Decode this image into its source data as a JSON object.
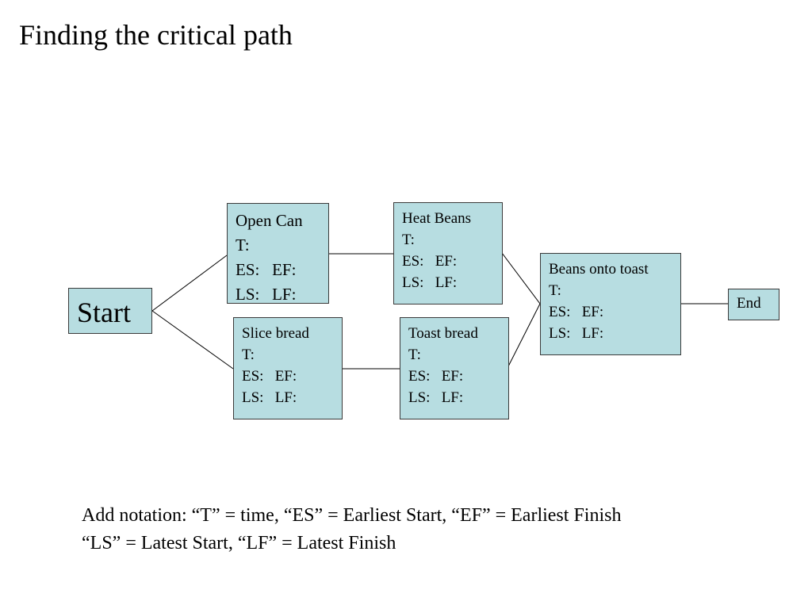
{
  "slide": {
    "title": "Finding the critical path"
  },
  "nodes": {
    "start": {
      "label": "Start"
    },
    "open_can": {
      "label": "Open Can",
      "t": "T:",
      "es": "ES:",
      "ef": "EF:",
      "ls": "LS:",
      "lf": "LF:"
    },
    "heat_beans": {
      "label": "Heat Beans",
      "t": "T:",
      "es": "ES:",
      "ef": "EF:",
      "ls": "LS:",
      "lf": "LF:"
    },
    "slice_bread": {
      "label": "Slice bread",
      "t": "T:",
      "es": "ES:",
      "ef": "EF:",
      "ls": "LS:",
      "lf": "LF:"
    },
    "toast_bread": {
      "label": "Toast bread",
      "t": "T:",
      "es": "ES:",
      "ef": "EF:",
      "ls": "LS:",
      "lf": "LF:"
    },
    "beans_onto_toast": {
      "label": "Beans onto toast",
      "t": "T:",
      "es": "ES:",
      "ef": "EF:",
      "ls": "LS:",
      "lf": "LF:"
    },
    "end": {
      "label": "End"
    }
  },
  "notation": {
    "line1": "Add notation: “T” = time, “ES” = Earliest Start, “EF” = Earliest Finish",
    "line2": "“LS” = Latest Start, “LF” = Latest Finish"
  },
  "colors": {
    "node_fill": "#b7dde1",
    "node_border": "#3a3a3a"
  }
}
